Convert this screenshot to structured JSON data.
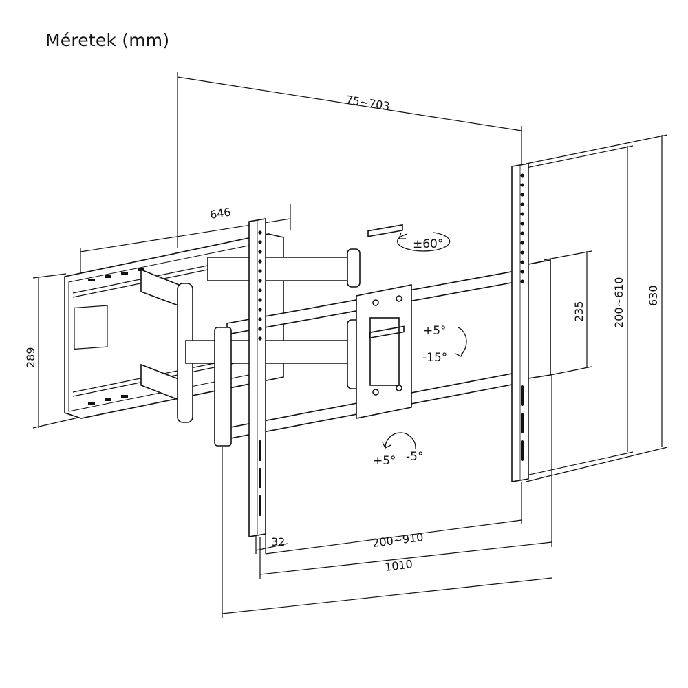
{
  "title": "Méretek (mm)",
  "dimensions": {
    "total_depth": "75~703",
    "arm_width": "646",
    "wall_plate_height": "289",
    "stripe_height": "235",
    "vesa_vertical": "200~610",
    "bracket_height": "630",
    "bracket_depth": "32",
    "vesa_horizontal": "200~910",
    "total_width": "1010"
  },
  "angles": {
    "swivel": "±60°",
    "tilt_up": "+5°",
    "tilt_down": "-15°",
    "rotate_left": "+5°",
    "rotate_right": "-5°"
  },
  "colors": {
    "line": "#111111",
    "background": "#ffffff"
  }
}
